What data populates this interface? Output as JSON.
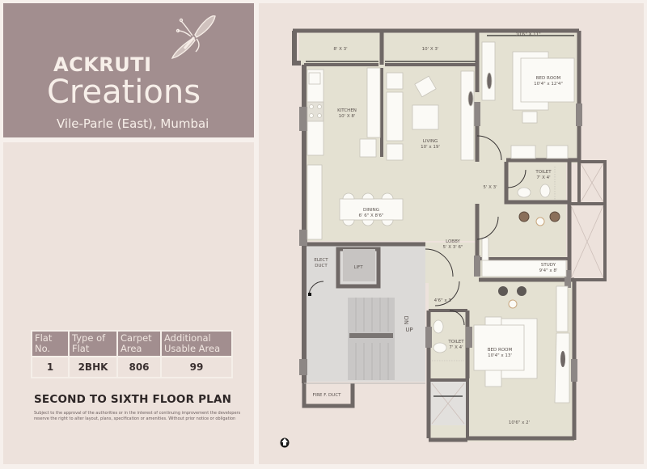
{
  "brand": {
    "name_line1": "ACKRUTI",
    "name_line2": "Creations",
    "location": "Vile-Parle (East), Mumbai",
    "colors": {
      "brand_bg": "#a28e8f",
      "panel_bg": "#ede2dc",
      "text_light": "#f7efe9"
    }
  },
  "flat_table": {
    "headers": [
      "Flat No.",
      "Type of Flat",
      "Carpet Area",
      "Additional Usable Area"
    ],
    "rows": [
      {
        "flat_no": "1",
        "type": "2BHK",
        "carpet_area": "806",
        "additional_area": "99"
      }
    ]
  },
  "floor_title": "SECOND TO SIXTH FLOOR PLAN",
  "disclaimer": "Subject to the approval of the authorities or in the interest of continuing improvement the developers reserve the right to alter layout, plans, specification or amenities. Without prior notice or obligation",
  "plan": {
    "rooms": {
      "balcony_kitchen": "8' X 3'",
      "balcony_living": "10' X 3'",
      "balcony_bed1": "10'6\" X 11\"",
      "kitchen_name": "KITCHEN",
      "kitchen_size": "10' X 8'",
      "living_name": "LIVING",
      "living_size": "10' x 19'",
      "bed1_name": "BED ROOM",
      "bed1_size": "10'4\" x 12'4\"",
      "passage": "5' X 3'",
      "toilet1_name": "TOILET",
      "toilet1_size": "7' X 4'",
      "dining_name": "DINING",
      "dining_size": "6' 6\" X 8'6\"",
      "lobby_name": "LOBBY",
      "lobby_size": "5' X 3' 6\"",
      "study_name": "STUDY",
      "study_size": "9'4\" x 8'",
      "elect_duct_1": "ELECT",
      "elect_duct_2": "DUCT",
      "lift": "LIFT",
      "stairs_dn": "DN",
      "stairs_up": "UP",
      "passage2": "4'6\" x 3'",
      "toilet2_name": "TOILET",
      "toilet2_size": "7' X 4'",
      "bed2_name": "BED ROOM",
      "bed2_size": "10'4\" x 13'",
      "balcony_bed2": "10'6\" x 2'",
      "fire_duct": "FIRE F. DUCT"
    },
    "compass": "north-arrow",
    "colors": {
      "wall": "#6f6866",
      "floor": "#e4e1d2",
      "common": "#dcdad8",
      "stair": "#c9c7c6"
    }
  }
}
